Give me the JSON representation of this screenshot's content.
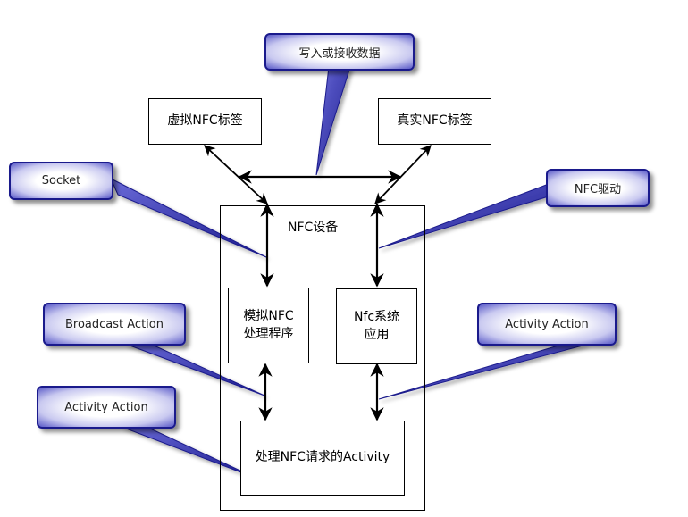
{
  "callouts": {
    "write_read": "写入或接收数据",
    "socket": "Socket",
    "nfc_driver": "NFC驱动",
    "broadcast_action": "Broadcast Action",
    "activity_action_left": "Activity Action",
    "activity_action_right": "Activity Action"
  },
  "boxes": {
    "virtual_tag": "虚拟NFC标签",
    "real_tag": "真实NFC标签",
    "nfc_device": "NFC设备",
    "emulator_line1": "模拟NFC",
    "emulator_line2": "处理程序",
    "nfc_app_line1": "Nfc系统",
    "nfc_app_line2": "应用",
    "activity": "处理NFC请求的Activity"
  },
  "colors": {
    "callout_border": "#1a1a8c",
    "callout_tail": "#2a2aa0"
  }
}
